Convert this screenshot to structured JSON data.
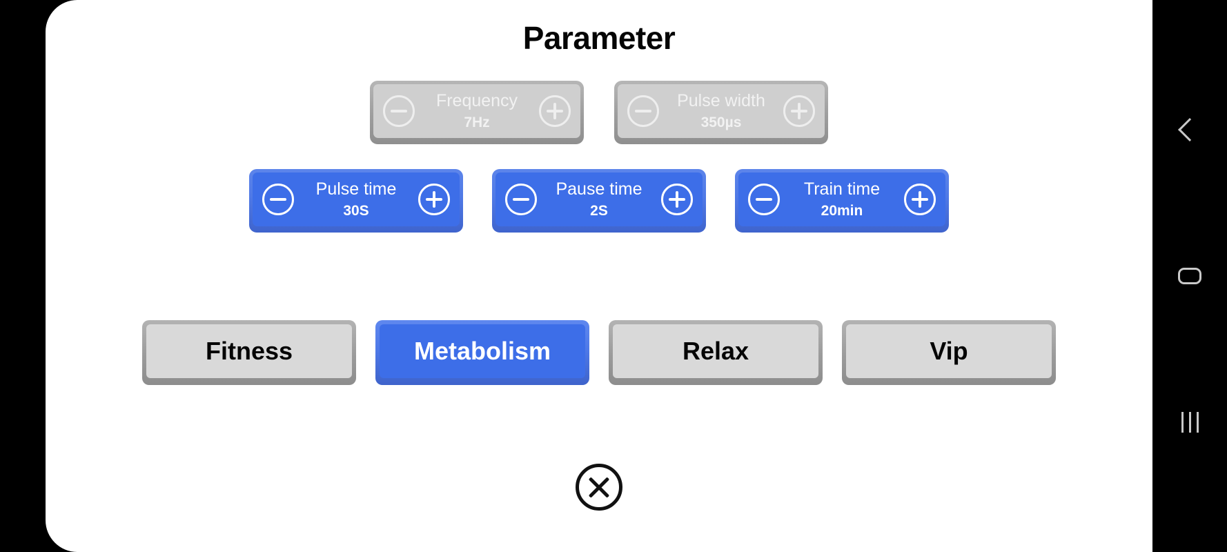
{
  "app": {
    "title": "Parameter"
  },
  "parameters": {
    "locked": [
      {
        "name": "frequency",
        "label": "Frequency",
        "value": "7Hz",
        "state": "disabled",
        "decrement_icon": "minus-circle-icon",
        "increment_icon": "plus-circle-icon"
      },
      {
        "name": "pulse-width",
        "label": "Pulse width",
        "value": "350µs",
        "state": "disabled",
        "decrement_icon": "minus-circle-icon",
        "increment_icon": "plus-circle-icon"
      }
    ],
    "adjustable": [
      {
        "name": "pulse-time",
        "label": "Pulse time",
        "value": "30S",
        "state": "active",
        "decrement_icon": "minus-circle-icon",
        "increment_icon": "plus-circle-icon"
      },
      {
        "name": "pause-time",
        "label": "Pause time",
        "value": "2S",
        "state": "active",
        "decrement_icon": "minus-circle-icon",
        "increment_icon": "plus-circle-icon"
      },
      {
        "name": "train-time",
        "label": "Train time",
        "value": "20min",
        "state": "active",
        "decrement_icon": "minus-circle-icon",
        "increment_icon": "plus-circle-icon"
      }
    ]
  },
  "modes": {
    "selected": "Metabolism",
    "items": [
      {
        "name": "fitness",
        "label": "Fitness",
        "selected": false
      },
      {
        "name": "metabolism",
        "label": "Metabolism",
        "selected": true
      },
      {
        "name": "relax",
        "label": "Relax",
        "selected": false
      },
      {
        "name": "vip",
        "label": "Vip",
        "selected": false
      }
    ]
  },
  "close": {
    "icon": "close-circle-icon",
    "label": "Close"
  },
  "nav_bar": {
    "items": [
      {
        "name": "back",
        "icon": "chevron-left-icon"
      },
      {
        "name": "home",
        "icon": "home-rounded-rect-icon"
      },
      {
        "name": "recents",
        "icon": "recents-bars-icon"
      }
    ]
  },
  "colors": {
    "accent_blue": "#3d6ee8",
    "disabled_gray": "#cfcfcf",
    "button_gray": "#d9d9d9",
    "bevel_gray": "#9b9b9b",
    "surface": "#ffffff",
    "shell": "#000000"
  }
}
